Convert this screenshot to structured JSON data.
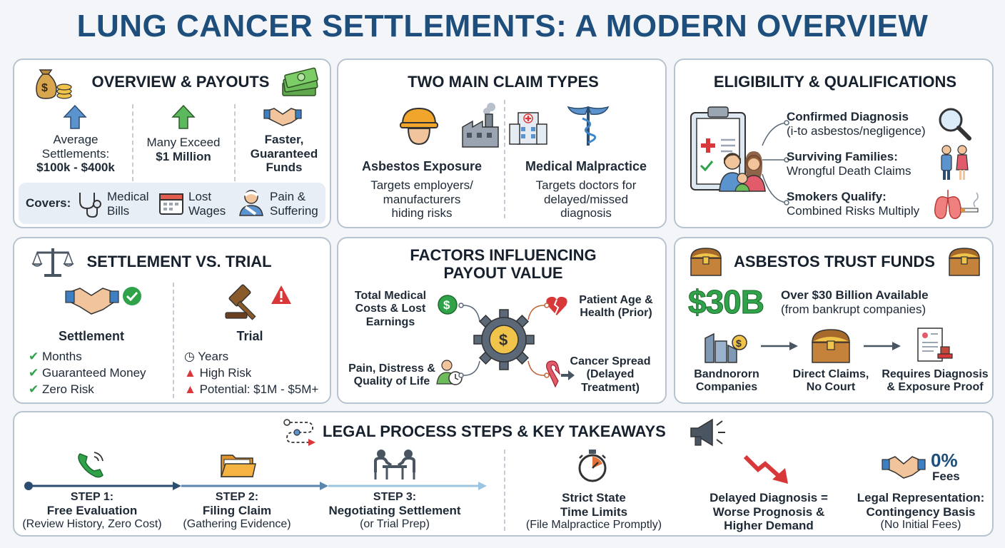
{
  "title": "LUNG CANCER SETTLEMENTS: A MODERN OVERVIEW",
  "overview": {
    "title": "OVERVIEW & PAYOUTS",
    "col1": [
      "Average",
      "Settlements:",
      "$100k - $400k"
    ],
    "col2": [
      "Many Exceed",
      "$1 Million"
    ],
    "col3": [
      "Faster,",
      "Guaranteed",
      "Funds"
    ],
    "covers_label": "Covers:",
    "covers": [
      {
        "line1": "Medical",
        "line2": "Bills",
        "icon": "stethoscope-icon"
      },
      {
        "line1": "Lost",
        "line2": "Wages",
        "icon": "calendar-icon"
      },
      {
        "line1": "Pain &",
        "line2": "Suffering",
        "icon": "injured-person-icon"
      }
    ]
  },
  "claims": {
    "title": "TWO MAIN CLAIM TYPES",
    "a_title": "Asbestos Exposure",
    "a_desc": [
      "Targets employers/",
      "manufacturers",
      "hiding risks"
    ],
    "b_title": "Medical Malpractice",
    "b_desc": [
      "Targets doctors for",
      "delayed/missed",
      "diagnosis"
    ]
  },
  "eligibility": {
    "title": "ELIGIBILITY & QUALIFICATIONS",
    "items": [
      {
        "title": "Confirmed Diagnosis",
        "sub": "(i-to asbestos/negligence)"
      },
      {
        "title": "Surviving Families:",
        "sub": "Wrongful Death Claims"
      },
      {
        "title": "Smokers Qualify:",
        "sub": "Combined Risks Multiply"
      }
    ]
  },
  "settlement": {
    "title": "SETTLEMENT VS. TRIAL",
    "left_title": "Settlement",
    "left_items": [
      "Months",
      "Guaranteed Money",
      "Zero Risk"
    ],
    "right_title": "Trial",
    "right_items": [
      "Years",
      "High Risk",
      "Potential: $1M - $5M+"
    ]
  },
  "factors": {
    "title_l1": "FACTORS INFLUENCING",
    "title_l2": "PAYOUT VALUE",
    "tl": [
      "Total Medical",
      "Costs & Lost",
      "Earnings"
    ],
    "tr": [
      "Patient Age &",
      "Health (Prior)"
    ],
    "bl": [
      "Pain, Distress &",
      "Quality of Life"
    ],
    "br": [
      "Cancer Spread",
      "(Delayed",
      "Treatment)"
    ]
  },
  "trust": {
    "title": "ASBESTOS TRUST FUNDS",
    "big": "$30B",
    "line1": "Over $30 Billion Available",
    "line2": "(from bankrupt companies)",
    "steps": [
      [
        "Bandnororn",
        "Companies"
      ],
      [
        "Direct Claims,",
        "No Court"
      ],
      [
        "Requires Diagnosis",
        "& Exposure Proof"
      ]
    ]
  },
  "process": {
    "title": "LEGAL PROCESS STEPS & KEY TAKEAWAYS",
    "steps": [
      {
        "label": "STEP 1:",
        "name": "Free Evaluation",
        "sub": "(Review History, Zero Cost)"
      },
      {
        "label": "STEP 2:",
        "name": "Filing Claim",
        "sub": "(Gathering Evidence)"
      },
      {
        "label": "STEP 3:",
        "name": "Negotiating Settlement",
        "sub": "(or Trial Prep)"
      }
    ],
    "takeaways": [
      {
        "l1": "Strict State",
        "l2": "Time Limits",
        "l3": "(File Malpractice Promptly)"
      },
      {
        "l1": "Delayed Diagnosis =",
        "l2": "Worse Prognosis &",
        "l3": "Higher Demand"
      },
      {
        "l1": "Legal Representation:",
        "l2": "Contingency Basis",
        "l3": "(No Initial Fees)"
      }
    ],
    "fees_pct": "0%",
    "fees_label": "Fees"
  },
  "colors": {
    "title": "#1e4e7c",
    "green": "#2fa24a",
    "red": "#d8383a",
    "blue_arrow": "#3f86c8"
  }
}
